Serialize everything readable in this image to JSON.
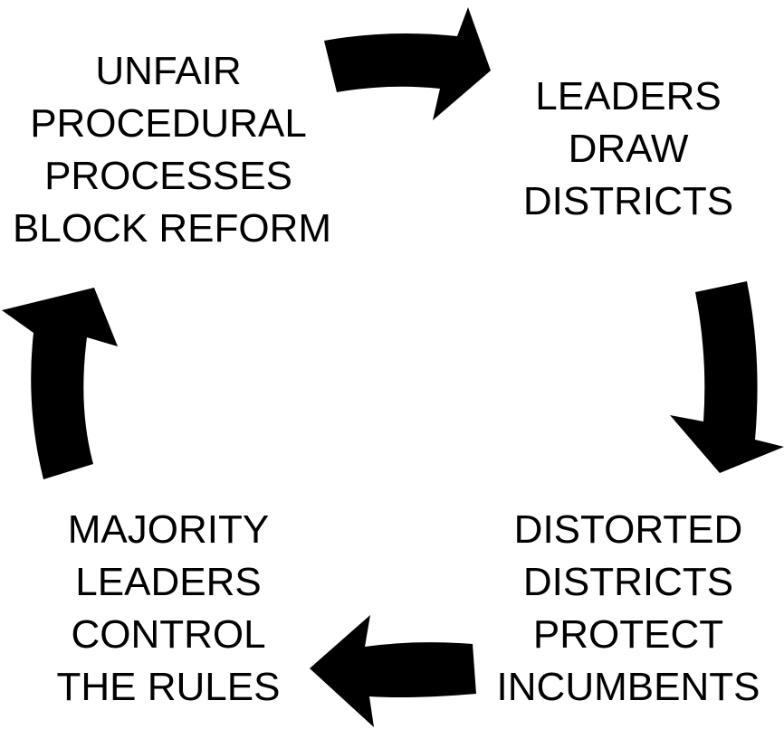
{
  "cycle": {
    "top_left": [
      "UNFAIR",
      "PROCEDURAL",
      "PROCESSES",
      "BLOCK REFORM"
    ],
    "top_right": [
      "LEADERS",
      "DRAW",
      "DISTRICTS"
    ],
    "bottom_right": [
      "DISTORTED",
      "DISTRICTS",
      "PROTECT",
      "INCUMBENTS"
    ],
    "bottom_left": [
      "MAJORITY",
      "LEADERS",
      "CONTROL",
      "THE RULES"
    ]
  },
  "colors": {
    "arrow": "#000000",
    "text": "#000000",
    "background": "#ffffff"
  }
}
